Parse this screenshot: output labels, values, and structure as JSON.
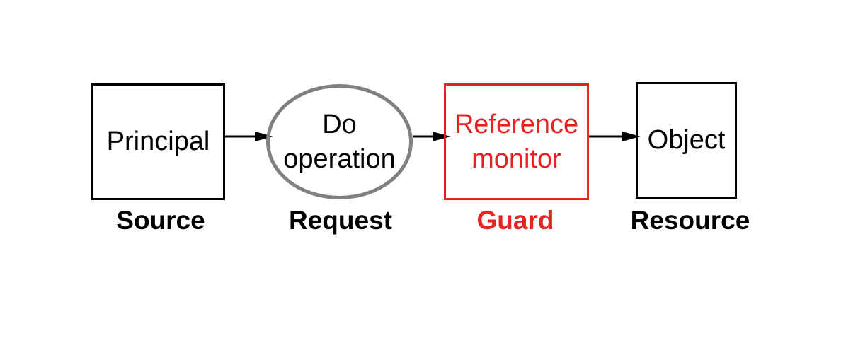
{
  "nodes": {
    "principal": {
      "label": "Principal"
    },
    "request": {
      "line1": "Do",
      "line2": "operation"
    },
    "guard": {
      "line1": "Reference",
      "line2": "monitor"
    },
    "object": {
      "label": "Object"
    }
  },
  "captions": {
    "source": "Source",
    "request": "Request",
    "guard": "Guard",
    "resource": "Resource"
  },
  "colors": {
    "foreground": "#000000",
    "guard": "#e82222",
    "ellipse_border": "#808080"
  }
}
